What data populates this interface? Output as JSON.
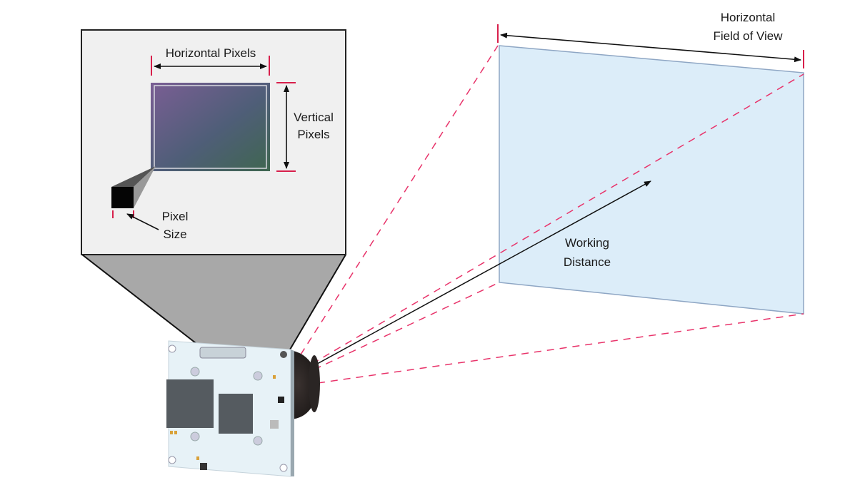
{
  "labels": {
    "horizontal_pixels": "Horizontal Pixels",
    "vertical_pixels_line1": "Vertical",
    "vertical_pixels_line2": "Pixels",
    "pixel_size_line1": "Pixel",
    "pixel_size_line2": "Size",
    "hfov_line1": "Horizontal",
    "hfov_line2": "Field of View",
    "working_distance_line1": "Working",
    "working_distance_line2": "Distance"
  },
  "colors": {
    "accent_red": "#d81f4b",
    "dashed_ray": "#e8336a",
    "fov_fill": "#dcedf9",
    "fov_border": "#8ea6c4",
    "inset_bg": "#f0f0f0",
    "projection_gray": "#a8a8a8",
    "board_color": "#e7f2f7",
    "chip_color": "#555b60"
  }
}
